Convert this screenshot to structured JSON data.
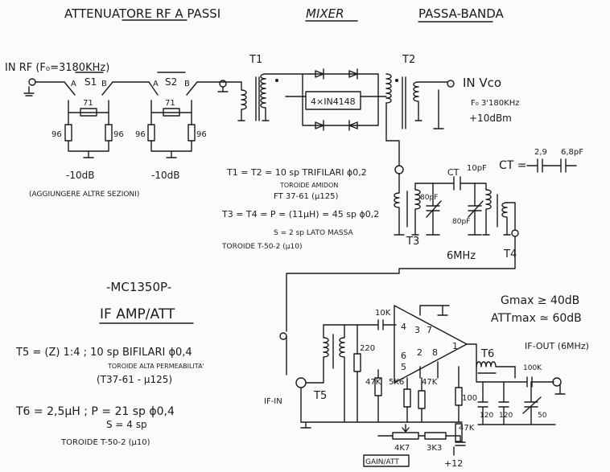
{
  "headers": {
    "attenuator": "ATTENUATORE RF A PASSI",
    "mixer": "MIXER",
    "bandpass": "PASSA-BANDA"
  },
  "rf_input": {
    "label": "IN RF (F₀=3180KHz)"
  },
  "attenuator": {
    "section1": {
      "a": "A",
      "s": "S1",
      "b": "B",
      "r_series": "71",
      "r_left": "96",
      "r_right": "96",
      "loss": "-10dB"
    },
    "section2": {
      "a": "A",
      "s": "S2",
      "b": "B",
      "r_series": "71",
      "r_left": "96",
      "r_right": "96",
      "loss": "-10dB"
    },
    "note": "(AGGIUNGERE ALTRE SEZIONI)"
  },
  "mixer": {
    "t1": "T1",
    "t2": "T2",
    "diodes": "4×IN4148",
    "vco_label": "IN Vco",
    "vco_freq": "F₀ 3'180KHz",
    "vco_level": "+10dBm"
  },
  "notes": {
    "line1": "T1 = T2 = 10 sp TRIFILARI ϕ0,2",
    "line2": "TOROIDE AMIDON",
    "line3": "FT 37-61 (μ125)",
    "line4": "T3 = T4 = P = (11μH) = 45 sp ϕ0,2",
    "line5": "S = 2 sp LATO MASSA",
    "line6": "TOROIDE  T-50-2 (μ10)"
  },
  "bandpass": {
    "ct_label": "CT",
    "ct_value": "10pF",
    "c_left": "80pF",
    "c_right": "80pF",
    "t3": "T3",
    "t4": "T4",
    "freq": "6MHz",
    "ct_formula": "CT =",
    "ct_c1": "2,9",
    "ct_c2": "6,8pF"
  },
  "ifamp": {
    "chip": "-MC1350P-",
    "title": "IF AMP/ATT",
    "t5_line1": "T5 = (Z) 1:4 ; 10 sp BIFILARI ϕ0,4",
    "t5_line2": "TOROIDE ALTA PERMEABILITA'",
    "t5_line3": "(T37-61 - μ125)",
    "t6_line1": "T6 = 2,5μH ; P = 21 sp ϕ0,4",
    "t6_line2": "S = 4 sp",
    "t6_line3": "TOROIDE  T-50-2 (μ10)"
  },
  "schematic": {
    "r_10k": "10K",
    "r_220": "220",
    "r_47k_left": "47K",
    "r_5k6": "5K6",
    "r_47k_mid": "47K",
    "r_100": "100",
    "r_47k_bottom": "47K",
    "r_100k": "100K",
    "pot": "4K7",
    "r_3k3": "3K3",
    "c_120a": "120",
    "c_120b": "120",
    "c_50": "50",
    "pins_top": [
      "4",
      "3",
      "7"
    ],
    "pins_bottom": [
      "6",
      "5",
      "2",
      "8"
    ],
    "pin_out": "1",
    "t5": "T5",
    "t6": "T6",
    "if_in": "IF-IN",
    "if_out": "IF-OUT (6MHz)",
    "gain_att": "GAIN/ATT",
    "supply": "+12"
  },
  "specs": {
    "gmax": "Gmax ≥ 40dB",
    "attmax": "ATTmax ≃ 60dB"
  }
}
